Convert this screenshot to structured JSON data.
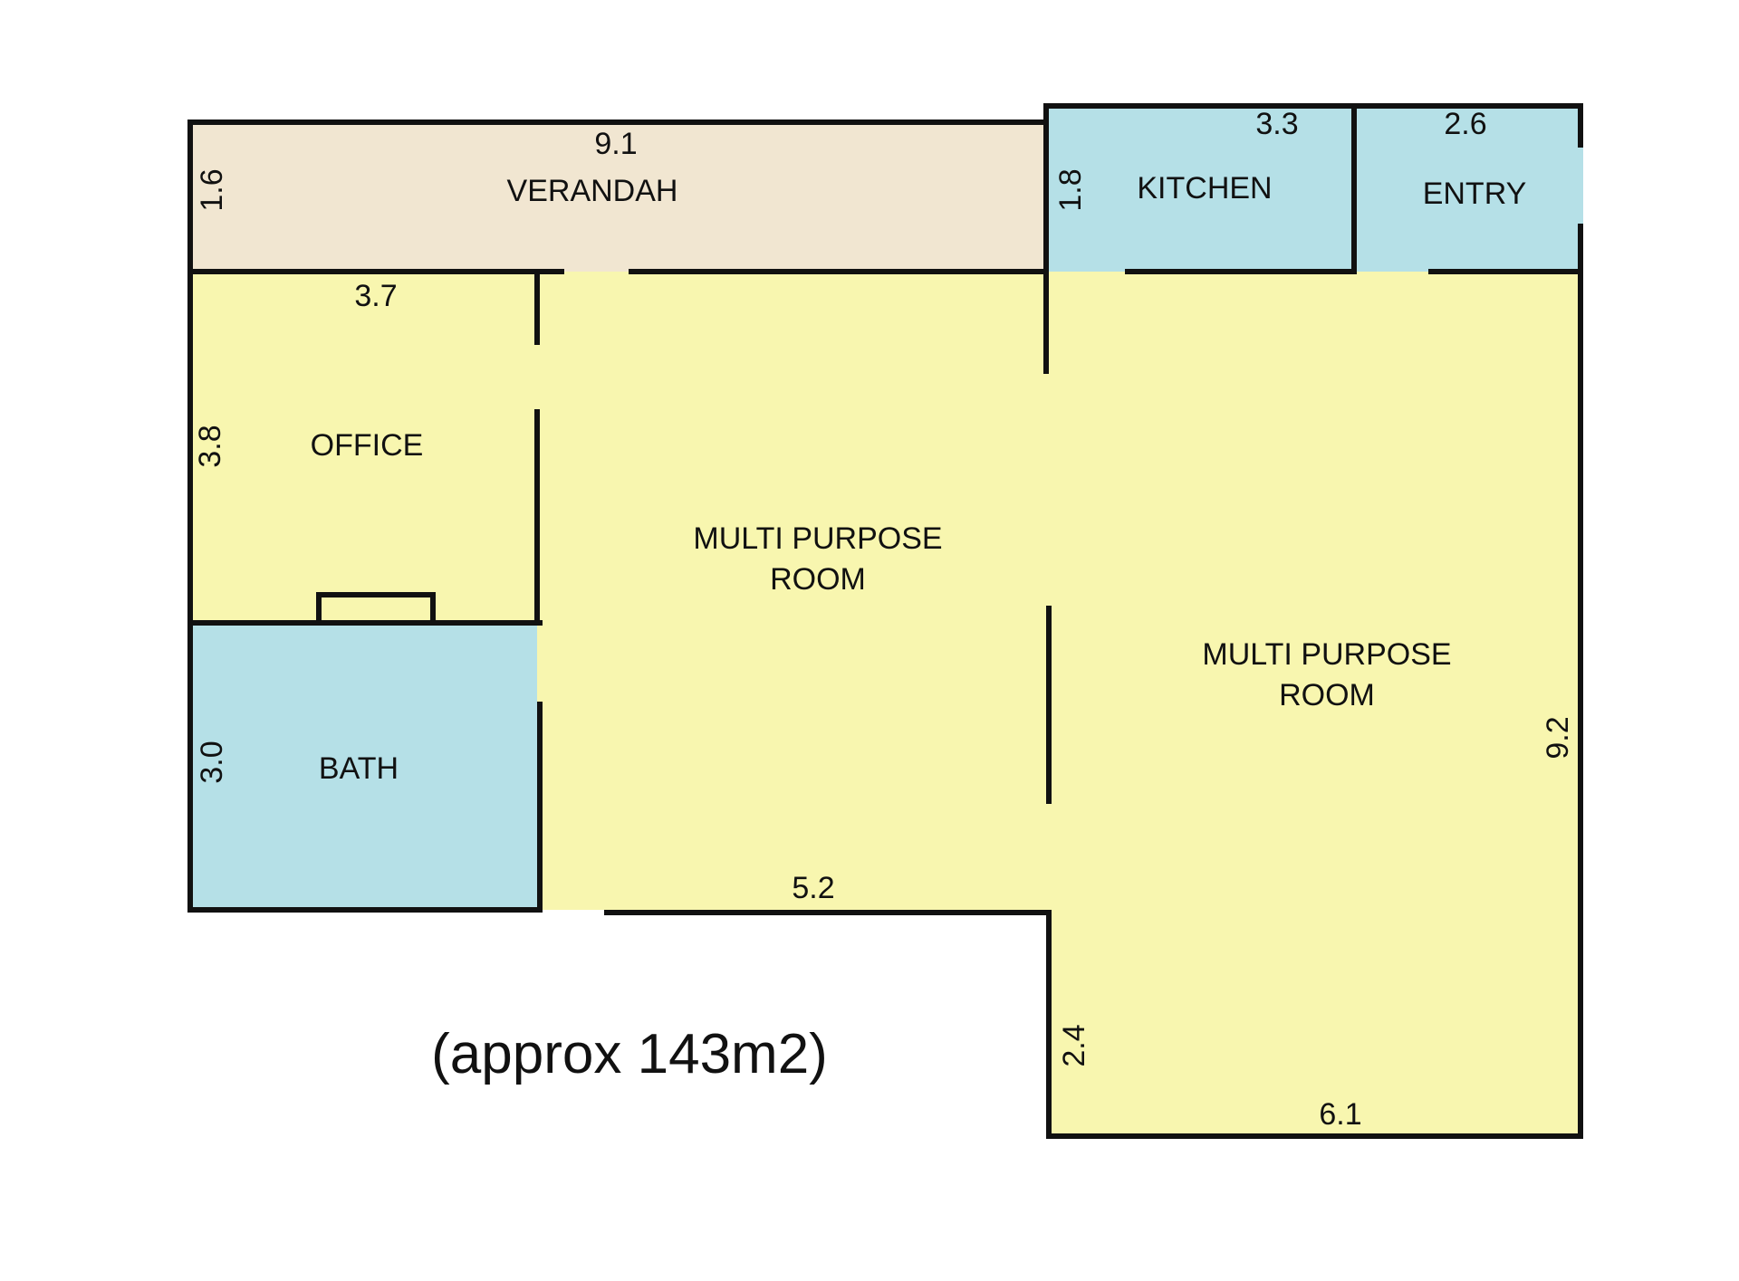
{
  "colors": {
    "verandah_fill": "#f1e6d1",
    "wet_area_fill": "#b5e0e7",
    "living_fill": "#f8f6af",
    "wall": "#111111",
    "background": "#ffffff"
  },
  "rooms": {
    "verandah": "VERANDAH",
    "kitchen": "KITCHEN",
    "entry": "ENTRY",
    "office": "OFFICE",
    "bath": "BATH",
    "multi_purpose_left": [
      "MULTI PURPOSE",
      "ROOM"
    ],
    "multi_purpose_right": [
      "MULTI PURPOSE",
      "ROOM"
    ]
  },
  "dimensions": {
    "verandah_length": "9.1",
    "verandah_depth": "1.6",
    "kitchen_width": "3.3",
    "kitchen_depth": "1.8",
    "entry_width": "2.6",
    "office_width": "3.7",
    "office_depth": "3.8",
    "bath_depth": "3.0",
    "left_room_width": "5.2",
    "right_room_depth": "9.2",
    "right_extension_depth": "2.4",
    "right_room_width": "6.1"
  },
  "area_note": "(approx 143m2)"
}
